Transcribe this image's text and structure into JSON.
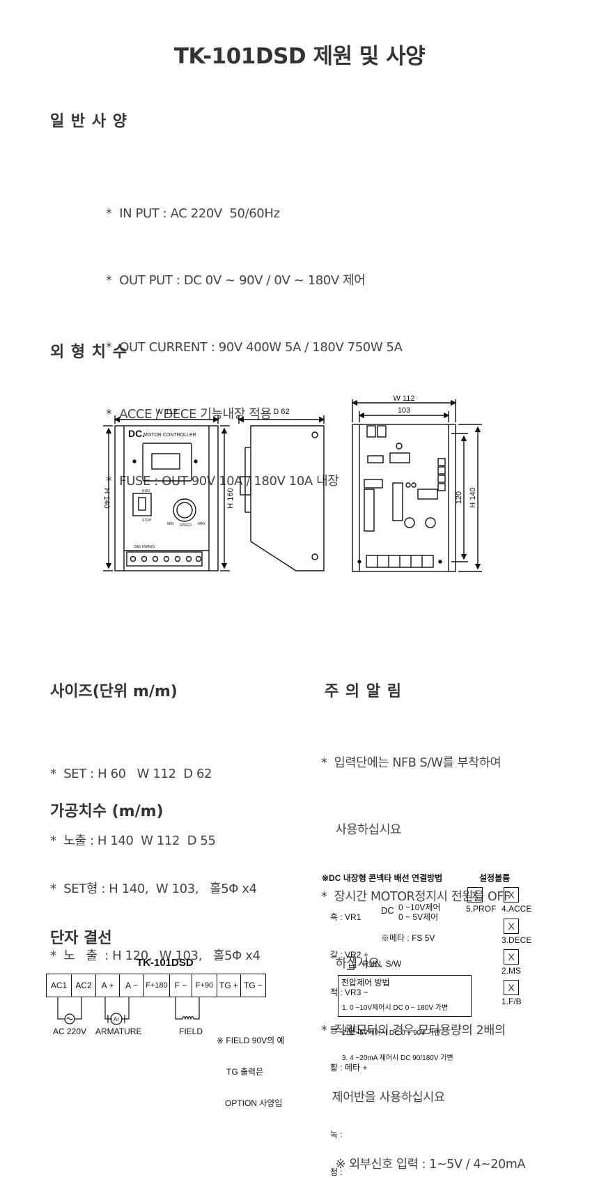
{
  "title": "TK-101DSD 제원 및 사양",
  "general": {
    "heading": "일 반 사 양",
    "items": [
      "*  IN PUT : AC 220V  50/60Hz",
      "*  OUT PUT : DC 0V ~ 90V / 0V ~ 180V 제어",
      "*  OUT CURRENT : 90V 400W 5A / 180V 750W 5A",
      "*  ACCE / DECE 기능내장 적용",
      "*  FUSE : OUT 90V 10A / 180V 10A 내장"
    ]
  },
  "dimensions": {
    "heading": "외 형 치 수",
    "front_w": "W 112",
    "front_h": "H 140",
    "brand": "DC.",
    "brand_sub": "MOTOR CONTROLLER",
    "run_stop_top": "RUN",
    "run_stop_bottom": "STOP",
    "dial_min": "MIN",
    "dial_max": "MAX",
    "dial_speed": "SPEED",
    "maker": "DAE KWANG",
    "side_d": "D 62",
    "side_h": "H 160",
    "back_w": "W 112",
    "back_inner_w": "103",
    "back_h_inner": "120",
    "back_h": "H 140"
  },
  "size": {
    "heading": "사이즈(단위 m/m)",
    "items": [
      "*  SET : H 60   W 112  D 62",
      "*  노출 : H 140  W 112  D 55"
    ]
  },
  "machining": {
    "heading": "가공치수 (m/m)",
    "items": [
      "*  SET형 : H 140,  W 103,   홀5Φ x4",
      "*  노   출  : H 120,  W 103,   홀5Φ x4"
    ]
  },
  "caution": {
    "heading": "주 의 알 림",
    "items": [
      "*  입력단에는 NFB S/W를 부착하여",
      "    사용하십시요",
      "*  장시간 MOTOR정지시 전원을 OFF",
      "    하십시요.",
      "*  직권모터의 경우 모터용량의 2배의",
      "   제어반을 사용하십시요",
      "    ※ 외부신호 입력 : 1~5V / 4~20mA"
    ]
  },
  "connector": {
    "title": "※DC 내장형 콘넥타 배선 연결방법",
    "wires": [
      "흑 : VR1",
      "갈 : VR2 +",
      "적 : VR3 −",
      "등 : 메타 −",
      "황 : 메타 +",
      "녹 :",
      "청 :"
    ],
    "dc_label": "DC",
    "dc_values": [
      "0 ~10V제어",
      "0 ~ 5V제어"
    ],
    "meter_note": "※메타 : FS 5V",
    "run_sw": "RUN  S/W",
    "method_title": "전압제어 방법",
    "methods": [
      "1. 0 ~10V제어시 DC 0 ~ 180V 가변",
      "2. 0 ~5V제어시 DC 0 ~ 90V 가변",
      "3. 4 ~20mA 제어시 DC 90/180V 가변"
    ],
    "settings_title": "설정볼륨",
    "settings": [
      "5.PROF",
      "4.ACCE",
      "3.DECE",
      "2.MS",
      "1.F/B"
    ],
    "box_mark": "X"
  },
  "terminal": {
    "heading": "단자 결선",
    "model": "TK-101DSD",
    "cells": [
      "AC1",
      "AC2",
      "A +",
      "A −",
      "F+180",
      "F −",
      "F+90",
      "TG +",
      "TG −"
    ],
    "labels": [
      "AC 220V",
      "ARMATURE",
      "FIELD"
    ],
    "motor_symbol": "Ar",
    "notes": [
      "※ FIELD 90V의 예",
      "TG 출력은",
      "OPTION 사양임"
    ]
  }
}
